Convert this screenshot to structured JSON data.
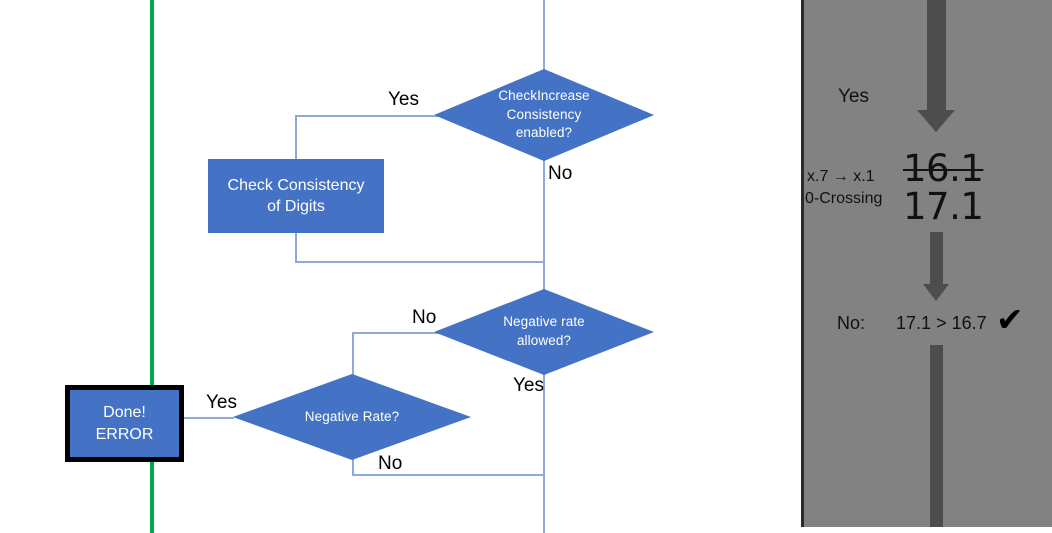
{
  "flowchart": {
    "nodes": {
      "check_increase_consistency": {
        "line1": "CheckIncrease",
        "line2": "Consistency",
        "line3": "enabled?"
      },
      "check_consistency_of_digits": {
        "line1": "Check Consistency",
        "line2": "of Digits"
      },
      "negative_rate_allowed": {
        "line1": "Negative rate",
        "line2": "allowed?"
      },
      "negative_rate": {
        "line1": "Negative Rate?"
      },
      "done_error": {
        "line1": "Done!",
        "line2": "ERROR"
      }
    },
    "edge_labels": {
      "check_increase_yes": "Yes",
      "check_increase_no": "No",
      "negative_allowed_no": "No",
      "negative_allowed_yes": "Yes",
      "negative_rate_yes": "Yes",
      "negative_rate_no": "No"
    },
    "colors": {
      "node_fill": "#4472C4",
      "node_text": "#FFFFFF",
      "connector": "#8EA9DB",
      "highlight_line": "#00A54F",
      "frame": "#000000"
    }
  },
  "panel": {
    "yes_label": "Yes",
    "note_line1": "x.7 → x.1",
    "note_line2": "0-Crossing",
    "value_struck": "16.1",
    "value_current": "17.1",
    "comparison_label": "No:",
    "comparison_value": "17.1 > 16.7",
    "check_mark": "✔",
    "colors": {
      "background": "#828282",
      "arrow": "#4D4D4D",
      "border": "#2B2B2B",
      "text": "#111111"
    }
  }
}
